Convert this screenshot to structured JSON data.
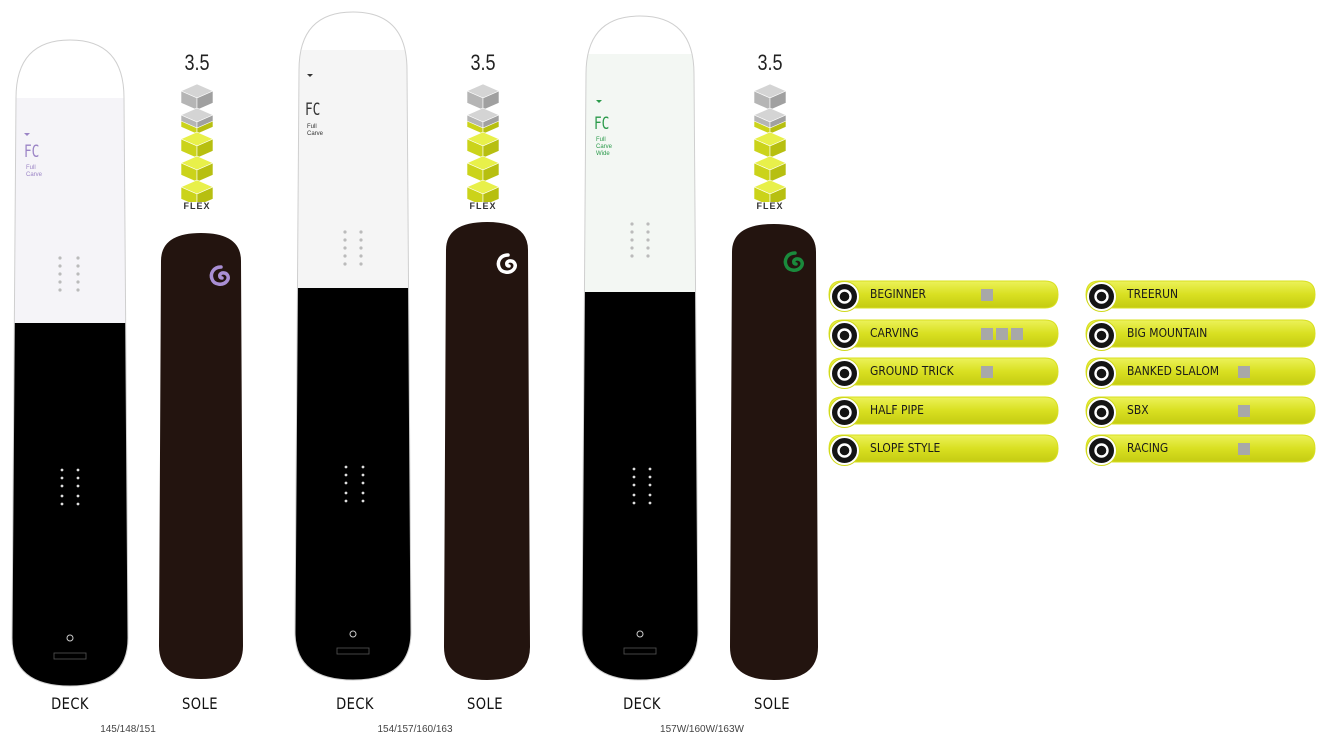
{
  "colors": {
    "accent_yellow": "#d9e021",
    "flex_gray": "#b9b9b9",
    "deck_black": "#000000",
    "sole_brown": "#23140f",
    "logo_purple": "#a98fd4",
    "logo_white": "#ffffff",
    "logo_green": "#1a8a3c"
  },
  "boards": [
    {
      "model_mark": "FC",
      "model_name": "Full\nCarve",
      "deck_label": "DECK",
      "sole_label": "SOLE",
      "sizes": "145/148/151",
      "flex_value": "3.5",
      "flex_label": "FLEX",
      "flex_level": 3.5,
      "flex_max": 5,
      "logo_color": "#a98fd4",
      "mark_color": "#9b84c6"
    },
    {
      "model_mark": "FC",
      "model_name": "Full\nCarve",
      "deck_label": "DECK",
      "sole_label": "SOLE",
      "sizes": "154/157/160/163",
      "flex_value": "3.5",
      "flex_label": "FLEX",
      "flex_level": 3.5,
      "flex_max": 5,
      "logo_color": "#ffffff",
      "mark_color": "#333333"
    },
    {
      "model_mark": "FC",
      "model_name": "Full\nCarve\nWide",
      "deck_label": "DECK",
      "sole_label": "SOLE",
      "sizes": "157W/160W/163W",
      "flex_value": "3.5",
      "flex_label": "FLEX",
      "flex_level": 3.5,
      "flex_max": 5,
      "logo_color": "#1a8a3c",
      "mark_color": "#2a9a4a"
    }
  ],
  "ratings_left": [
    {
      "label": "BEGINNER",
      "icon": "beginner-icon",
      "level": 1
    },
    {
      "label": "CARVING",
      "icon": "carving-icon",
      "level": 3
    },
    {
      "label": "GROUND TRICK",
      "icon": "ground-trick-icon",
      "level": 1
    },
    {
      "label": "HALF PIPE",
      "icon": "half-pipe-icon",
      "level": 0
    },
    {
      "label": "SLOPE STYLE",
      "icon": "slope-style-icon",
      "level": 0
    }
  ],
  "ratings_right": [
    {
      "label": "TREERUN",
      "icon": "treerun-icon",
      "level": 0
    },
    {
      "label": "BIG MOUNTAIN",
      "icon": "big-mountain-icon",
      "level": 0
    },
    {
      "label": "BANKED SLALOM",
      "icon": "banked-slalom-icon",
      "level": 1
    },
    {
      "label": "SBX",
      "icon": "sbx-icon",
      "level": 1
    },
    {
      "label": "RACING",
      "icon": "racing-icon",
      "level": 1
    }
  ]
}
